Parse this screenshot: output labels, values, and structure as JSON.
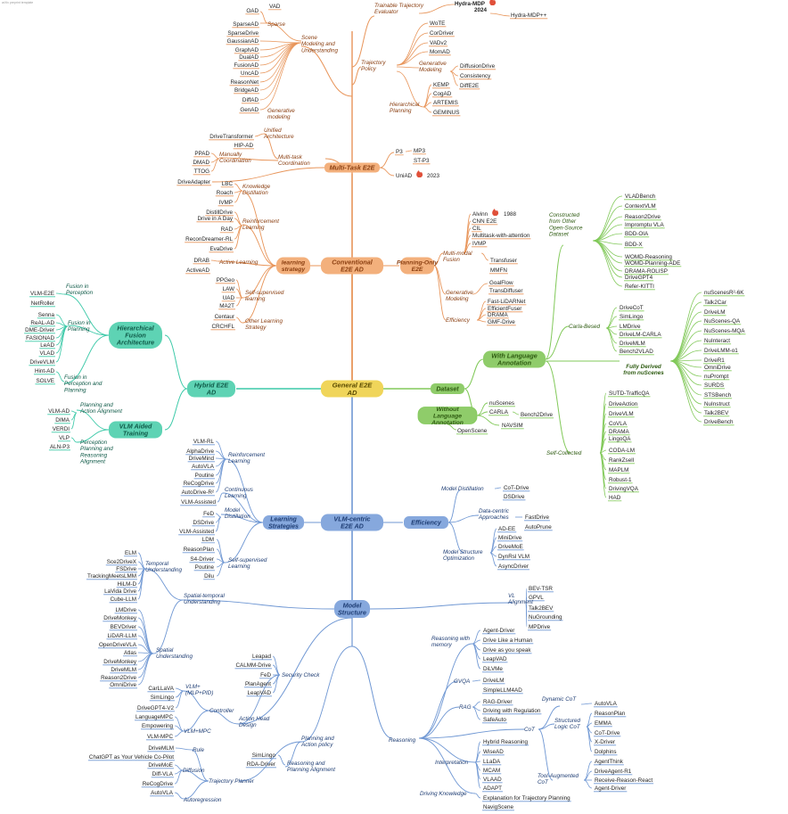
{
  "colors": {
    "orange": "#e8955a",
    "orange_box": "#f3b07c",
    "orange_text": "#8a3e10",
    "green": "#82c95a",
    "green_box": "#8fcc6a",
    "green_text": "#2d5a10",
    "teal": "#3cc9a8",
    "teal_box": "#5ed3b4",
    "teal_text": "#0f5a48",
    "blue": "#6f97d3",
    "blue_box": "#86a8dd",
    "blue_text": "#1d3c73",
    "center_box": "#f0d55a",
    "flame": "#e0503a"
  },
  "watermark": "arXiv preprint template",
  "root": {
    "label": "General E2E AD"
  },
  "boxes": {
    "multitask": "Multi-Task E2E",
    "conventional": "Conventional E2E AD",
    "learning_strategy": "learning strategy",
    "planning_only": "Planning-Only E2E",
    "hybrid": "Hybrid E2E AD",
    "hierarchical_fusion": "Hierarchical Fusion Architecture",
    "vlm_aided": "VLM Aided Training",
    "dataset": "Dataset",
    "with_language": "With Language Annotation",
    "without_language": "Without Language Annotation",
    "vlm_centric": "VLM-centric E2E AD",
    "learning_strategies": "Learning Strategies",
    "efficiency": "Efficiency",
    "model_structure": "Model Structure"
  },
  "orange_top": {
    "scene_modeling": "Scene Modeling and Understanding",
    "sparse": "Sparse",
    "sparse_items": [
      "OAD",
      "VAD",
      "SparseAD",
      "SparseDrive"
    ],
    "scene_items": [
      "GaussianAD",
      "GraphAD",
      "DualAD",
      "FusionAD",
      "UncAD",
      "ReasonNet",
      "BridgeAD",
      "DiffAD",
      "GenAD"
    ],
    "generative_modeling": "Generative modeling",
    "trainable_eval": "Trainable Trajectory Evaluator",
    "hydra_mdp": "Hydra-MDP",
    "hydra_year": "2024",
    "hydra_pp": "Hydra-MDP++",
    "trajectory_policy": "Trajectory Policy",
    "traj_items": [
      "WoTE",
      "CorDriver",
      "VADv2",
      "MomAD"
    ],
    "generative_modeling2": "Generative Modeling",
    "gen_items": [
      "DiffusionDrive",
      "Consistency",
      "DiffE2E"
    ],
    "hier_planning": "Hierarchical Planning",
    "hier_items": [
      "KEMP",
      "CogAD",
      "ARTEMIS",
      "GEMINUS"
    ],
    "unified_arch": "Unified Architecture",
    "unified_items": [
      "DriveTransformer",
      "HIP-AD"
    ],
    "multitask_coord": "Multi-task Coordination",
    "manual_coord": "Manually Coordination",
    "manual_items": [
      "PPAD",
      "DMAD",
      "TTOG"
    ],
    "driveadapter": "DriveAdapter",
    "p3": "P3",
    "p3_items": [
      "MP3",
      "ST-P3"
    ],
    "uniad": "UniAD",
    "uniad_year": "2023"
  },
  "orange_mid": {
    "knowledge_distill": "Knowledge Distillation",
    "kd_items": [
      "LBC",
      "Roach",
      "IVMP"
    ],
    "reinforcement": "Reinforcement Learning",
    "rl_items": [
      "DistillDrive",
      "Drive in A Day",
      "RAD",
      "ReconDreamer-RL",
      "EvaDrive"
    ],
    "active": "Active Learning",
    "active_items": [
      "DRAB",
      "ActiveAD"
    ],
    "self_supervised": "Self-supervised learning",
    "ss_items": [
      "PPGeo",
      "LAW",
      "UAD",
      "MA2T"
    ],
    "other_learning": "Other Learning Strategy",
    "other_items": [
      "Centaur",
      "CRCHFL"
    ],
    "multimodal_fusion": "Multi-modal Fusion",
    "alvinn": "Alvinn",
    "alvinn_year": "1988",
    "mm_items": [
      "CNN E2E",
      "CIL",
      "Multitask-with-attention",
      "IVMP"
    ],
    "fusion_right": [
      "Transfuser",
      "MMFN"
    ],
    "generative_modeling": "Generative Modeling",
    "gen_items": [
      "GoalFlow",
      "TransDiffuser"
    ],
    "efficiency": "Efficiency",
    "eff_items": [
      "Fast-LiDARNet",
      "EfficientFuser",
      "DRAMA",
      "GMF-Drive"
    ]
  },
  "teal": {
    "fusion_perception": "Fusion in Perception",
    "fp_items": [
      "VLM-E2E",
      "NetRoller"
    ],
    "fusion_planning": "Fusion in Planning",
    "fpl_items": [
      "Senna",
      "ReAL-AD",
      "DME-Driver",
      "FASIONAD",
      "LeAD",
      "VLAD",
      "DriveVLM"
    ],
    "fusion_perc_plan": "Fusion in Perception and Planning",
    "fpp_items": [
      "Hint-AD",
      "SOLVE"
    ],
    "plan_action_align": "Planning and Action Alignment",
    "paa_items": [
      "VLM-AD",
      "DIMA",
      "VERDI"
    ],
    "perc_plan_reason": "Perception Planning and Reasoning Alignment",
    "ppr_items": [
      "VLP",
      "ALN-P3"
    ]
  },
  "green": {
    "other_open_source": "Constructed from Other Open-Source Dataset",
    "oos_items": [
      "VLADBench",
      "ContextVLM",
      "Reason2Drive",
      "Impromptu VLA",
      "BDD-OIA",
      "BDD-X",
      "WOMD-Reasoning",
      "WOMD-Planning-ADE",
      "DRAMA-ROLISP",
      "DriveGPT4",
      "Refer-KITTI"
    ],
    "carla_based": "Carla-Besed",
    "carla_items": [
      "DriveCoT",
      "SimLingo",
      "LMDrive",
      "DriveLM-CARLA",
      "DriveMLM",
      "Bench2VLAD"
    ],
    "fully_derived": "Fully Derived from nuScenes",
    "nus_items": [
      "nuScenesR²-6K",
      "Talk2Car",
      "DriveLM",
      "NuScenes-QA",
      "NuScenes-MQA",
      "NuInteract",
      "DriveLMM-o1",
      "DriveR1",
      "OmniDrive",
      "nuPrompt",
      "SURDS",
      "STSBench",
      "NuInstruct",
      "Talk2BEV",
      "DriveBench"
    ],
    "self_collected": "Self-Collected",
    "self_items": [
      "SUTD-TrafficQA",
      "DriveAction",
      "DriveVLM",
      "CoVLA",
      "DRAMA",
      "LingoQA",
      "CODA-LM",
      "RankZsell",
      "MAPLM",
      "Robust-1",
      "DrivingVQA",
      "HAD"
    ],
    "wl_items": [
      "nuScenes",
      "CARLA",
      "OpenScene"
    ],
    "bench2drive": "Bench2Drive",
    "navsim": "NAVSIM"
  },
  "blue": {
    "vlm_rl": "VLM-RL",
    "rl_label": "Reinforcement Learning",
    "rl_items": [
      "AlphaDrive",
      "DriveMind",
      "AutoVLA",
      "Poutine",
      "ReCogDrive",
      "AutoDrive-R²"
    ],
    "continuous": "Continuous Learning",
    "cont_item": "VLM-Assisted",
    "model_distill": "Model Distillation",
    "md_items": [
      "FeD",
      "DSDrive",
      "VLM-Assisted"
    ],
    "self_sup": "Self-supervised Learning",
    "ss_items": [
      "LDM",
      "ReasonPlan",
      "S4-Driver",
      "Poutine",
      "Dilu"
    ],
    "eff_distill": "Model Distillation",
    "eff_distill_items": [
      "CoT-Drive",
      "DSDrive"
    ],
    "data_centric": "Data-centric Approaches",
    "dc_items": [
      "FastDrive",
      "AutoPrune"
    ],
    "struct_opt": "Model Structure Optimization",
    "so_items": [
      "AD-EE",
      "MiniDrive",
      "DriveMoE",
      "DynRsl VLM",
      "AsyncDriver"
    ],
    "temporal": "Temporal Understanding",
    "temporal_items": [
      "ELM",
      "Sce2DriveX",
      "FSDrive",
      "TrackingMeetsLMM",
      "HiLM-D",
      "LaVida Drive",
      "Cube-LLM"
    ],
    "spatio_temporal": "Spatial-temporal Understanding",
    "spatial": "Spatial Understanding",
    "spatial_items": [
      "LMDrive",
      "DriveMonkey",
      "BEVDriver",
      "LiDAR-LLM",
      "OpenDriveVLA",
      "Atlas",
      "DriveMonkey",
      "DriveMLM",
      "Reason2Drive",
      "OmniDrive"
    ],
    "vlm_plus": "VLM+ (MLP+PID)",
    "vp_items": [
      "CarLLaVA",
      "SimLingo",
      "DriveGPT4-V2"
    ],
    "controller": "Controller",
    "vlm_mpc": "VLM+MPC",
    "mpc_items": [
      "LanguageMPC",
      "Empowering",
      "VLM-MPC"
    ],
    "action_head": "Action Head Design",
    "security": "Security Check",
    "sec_items": [
      "Leapad",
      "CALMM-Drive",
      "FeD",
      "PlanAgent",
      "LeapVAD"
    ],
    "planning_policy": "Planning and Action policy",
    "rule": "Rule",
    "rule_items": [
      "DriveMLM",
      "ChatGPT as Your Vehicle Co-Pilot"
    ],
    "diffusion": "Diffusion",
    "diff_items": [
      "DriveMoE",
      "Diff-VLA",
      "ReCogDrive"
    ],
    "traj_planner": "Trajectory Planner",
    "autoreg": "Autoregression",
    "autovla": "AutoVLA",
    "reason_plan_align": "Reasoning and Planning Alignment",
    "rpa_items": [
      "SimLingo",
      "RDA-Driver"
    ],
    "vl_align": "VL Alignment",
    "vl_items": [
      "BEV-TSR",
      "GPVL",
      "Talk2BEV",
      "NuGrounding",
      "MPDrive"
    ],
    "reason_memory": "Reasoning with memory",
    "rm_items": [
      "Agent-Driver",
      "Drive Like a Human",
      "Drive as you speak",
      "LeapVAD",
      "DiLVMe"
    ],
    "gvqa": "GVQA",
    "gvqa_items": [
      "DriveLM",
      "SimpleLLM4AD"
    ],
    "rag": "RAG",
    "rag_items": [
      "RAG-Driver",
      "Driving with Regulation",
      "SafeAuto"
    ],
    "reasoning": "Reasoning",
    "cot": "CoT",
    "dynamic_cot": "Dynamic CoT",
    "autovla2": "AutoVLA",
    "structured_cot": "Structured Logic CoT",
    "scot_items": [
      "ReasonPlan",
      "EMMA",
      "CoT-Drive",
      "X-Driver",
      "Dolphins"
    ],
    "tool_cot": "Tool-Augmented CoT",
    "tool_items": [
      "AgentThink",
      "DriveAgent-R1",
      "Receive-Reason-React",
      "Agent-Driver"
    ],
    "interpretation": "Interpretation",
    "interp_items": [
      "Hybrid Reasoning",
      "WiseAD",
      "LLaDA",
      "MCAM",
      "VLAAD",
      "ADAPT"
    ],
    "driving_knowledge": "Driving Knowledge",
    "dk_items": [
      "Explanation for Trajectory Planning",
      "NavigScene"
    ]
  }
}
